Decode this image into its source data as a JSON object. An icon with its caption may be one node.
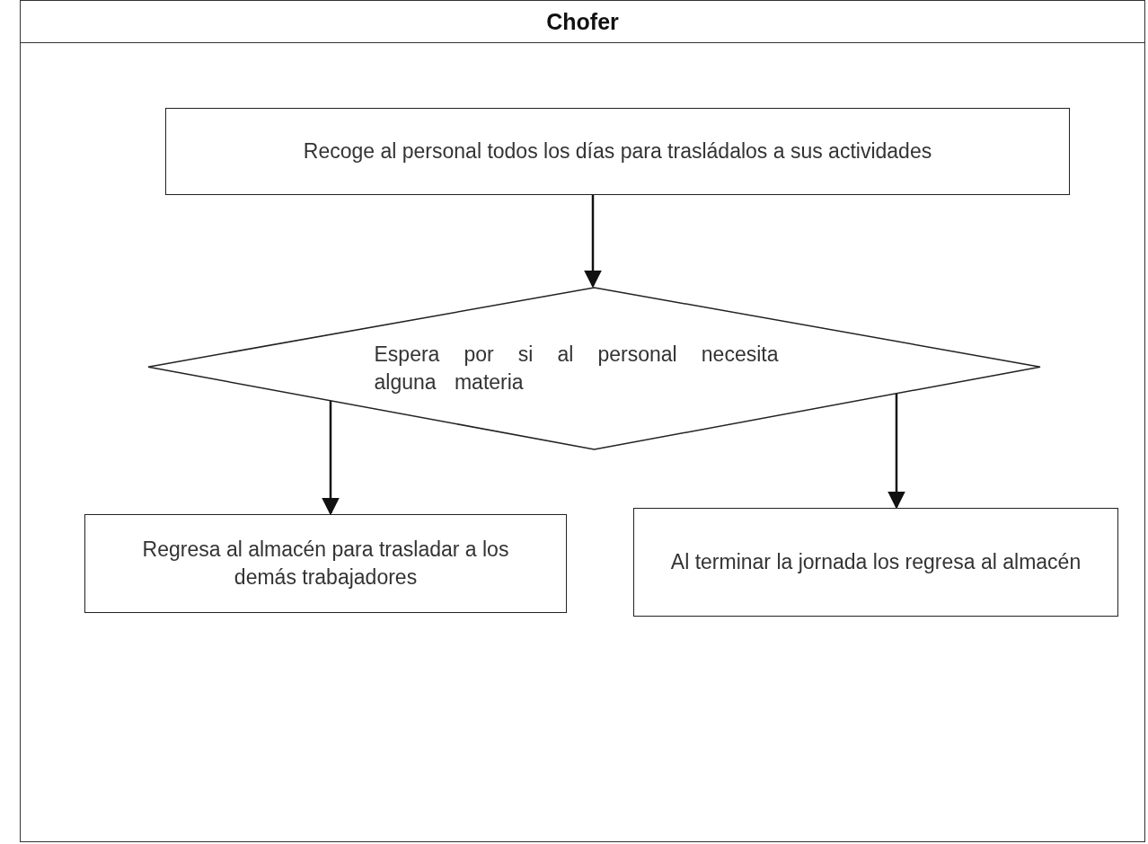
{
  "diagram": {
    "nodes": [
      {
        "text": [
          "Chofer"
        ]
      },
      {
        "text": [
          "Recoge al personal todos los días para trasládalos a sus actividades"
        ],
        "in": 0
      },
      {
        "text": [
          "Espera por si al personal necesita alguna materia"
        ],
        "in": 0
      },
      {
        "text": [
          "Regresa al almacén para trasladar a los demás trabajadores"
        ],
        "in": 0
      },
      {
        "text": [
          "Al terminar la jornada los regresa al almacén"
        ],
        "in": 0
      }
    ],
    "edges": [
      {
        "from": 1,
        "to": 2,
        "arrow": "to"
      },
      {
        "from": 2,
        "to": 3,
        "arrow": "to"
      },
      {
        "from": 2,
        "to": 4,
        "arrow": "to"
      }
    ]
  }
}
